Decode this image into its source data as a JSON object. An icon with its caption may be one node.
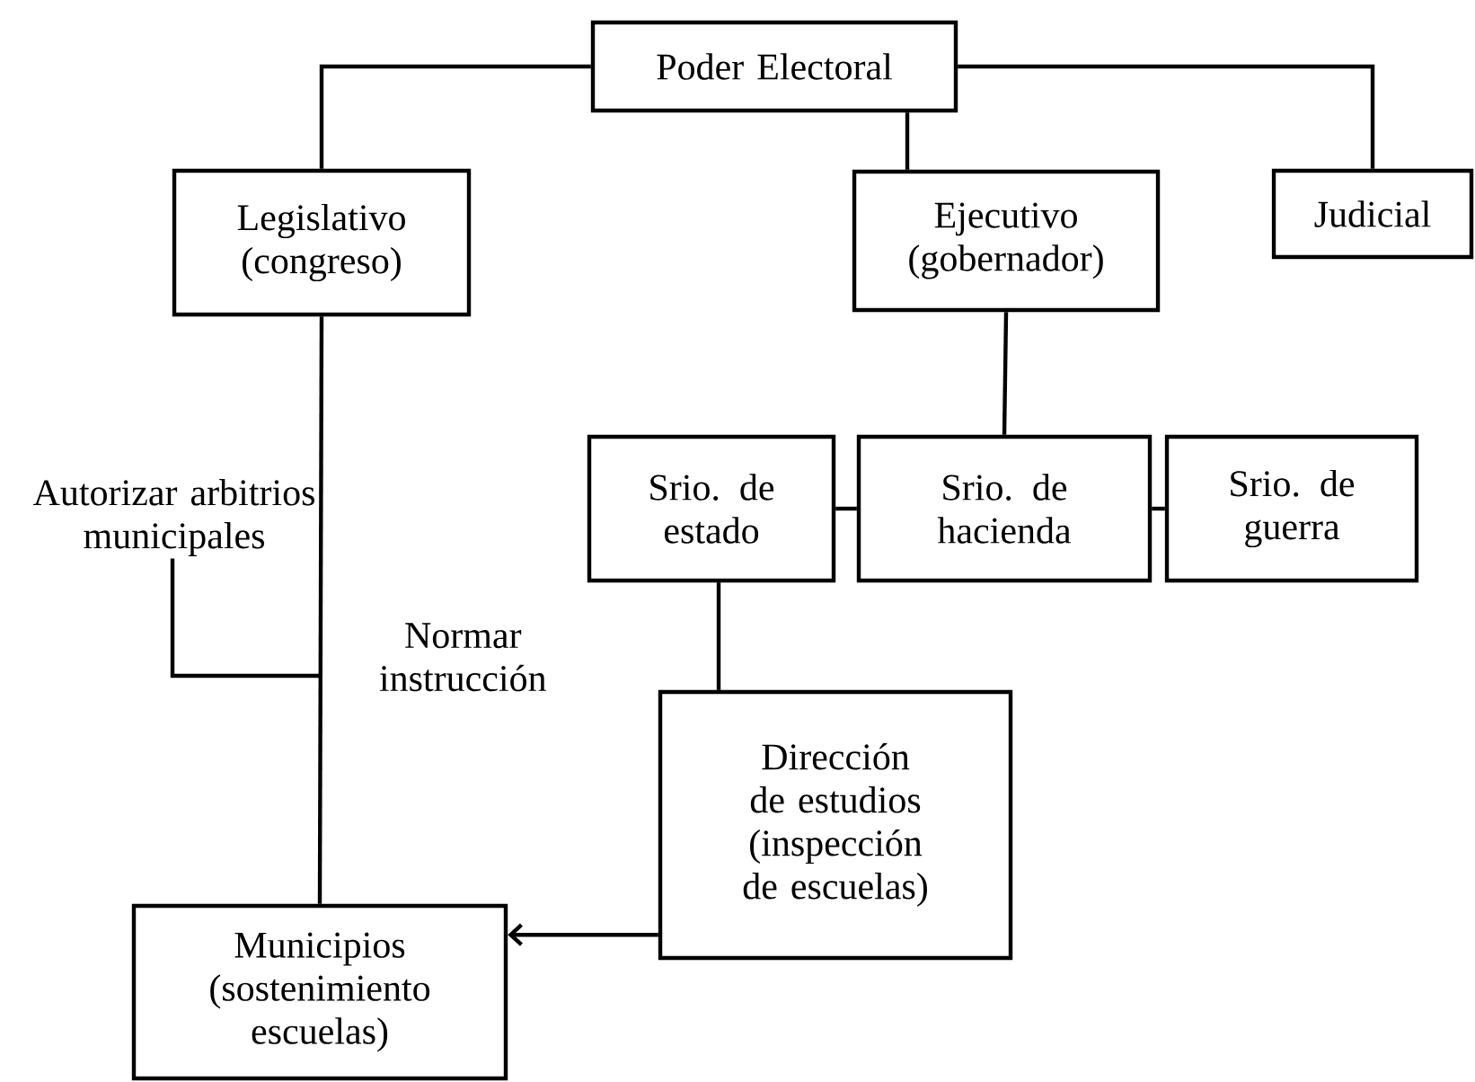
{
  "diagram": {
    "nodes": [
      {
        "text": [
          "Poder Electoral"
        ]
      },
      {
        "text": [
          "Legislativo (congreso)"
        ]
      },
      {
        "text": [
          "Ejecutivo (gobernador)"
        ]
      },
      {
        "text": [
          "Judicial"
        ]
      },
      {
        "text": [
          "Srio. de estado"
        ]
      },
      {
        "text": [
          "Srio. de hacienda"
        ]
      },
      {
        "text": [
          "Srio. de guerra"
        ]
      },
      {
        "text": [
          "Autorizar arbitrios municipales"
        ]
      },
      {
        "text": [
          "Dirección de estudios (inspección de escuelas)"
        ]
      },
      {
        "text": [
          "Municipios (sostenimiento escuelas)"
        ]
      }
    ],
    "edges": [
      {
        "from": 0,
        "to": 1,
        "arrow": "none"
      },
      {
        "from": 0,
        "to": 2,
        "arrow": "none"
      },
      {
        "from": 0,
        "to": 3,
        "arrow": "none"
      },
      {
        "from": 2,
        "to": 5,
        "arrow": "none"
      },
      {
        "from": 5,
        "to": 4,
        "arrow": "none"
      },
      {
        "from": 5,
        "to": 6,
        "arrow": "none"
      },
      {
        "from": 4,
        "to": 8,
        "arrow": "none"
      },
      {
        "from": 8,
        "to": 9,
        "arrow": "to"
      },
      {
        "from": 1,
        "to": 9,
        "arrow": "none",
        "label": "Normar instrucción"
      },
      {
        "from": 7,
        "to": null,
        "arrow": "none"
      }
    ]
  }
}
